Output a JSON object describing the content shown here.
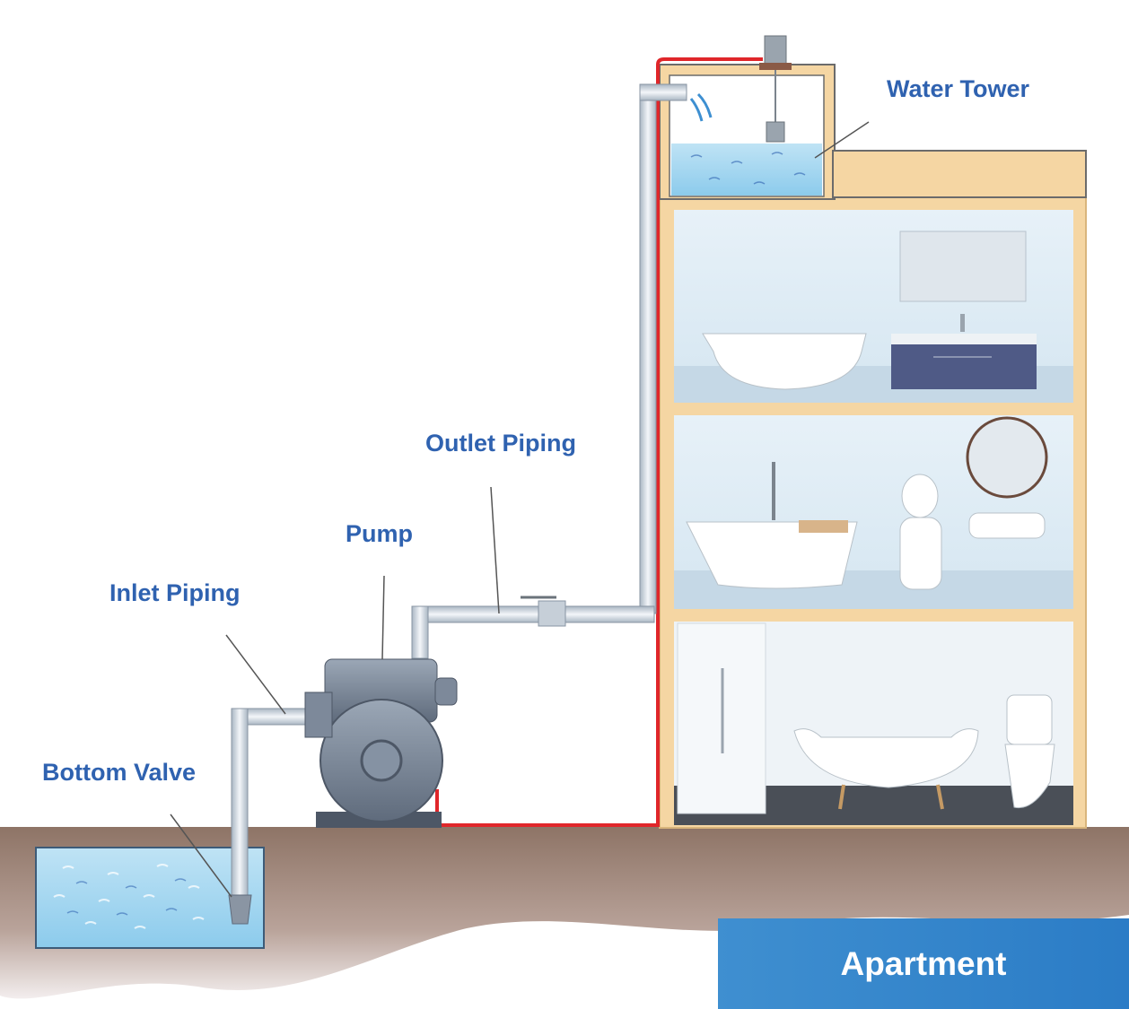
{
  "labels": {
    "water_tower": "Water Tower",
    "outlet_piping": "Outlet Piping",
    "pump": "Pump",
    "inlet_piping": "Inlet Piping",
    "bottom_valve": "Bottom Valve"
  },
  "banner": {
    "text": "Apartment"
  },
  "colors": {
    "label_text": "#2f62b0",
    "banner": "#2b7cc6",
    "building_frame": "#f5d6a3",
    "room_wall": "#dbe9f3",
    "water": "#9cd3ef",
    "ground": "#9a7f72",
    "power_cable": "#e0262a",
    "pipe": "#d5dde6",
    "pump_body": "#8592a3"
  }
}
